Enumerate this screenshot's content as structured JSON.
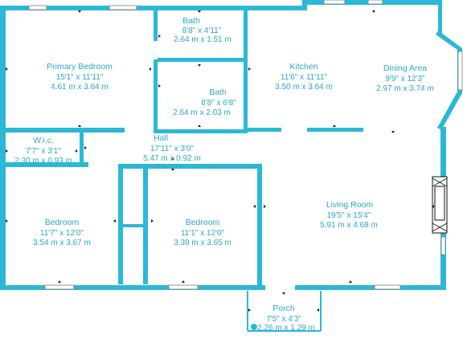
{
  "colors": {
    "wall": "#2bb8d6",
    "label": "#2aa7c6",
    "background": "#ffffff"
  },
  "rooms": {
    "bath_top": {
      "name": "Bath",
      "dim_imperial": "8'8\" x 4'11\"",
      "dim_metric": "2.64 m x 1.51 m"
    },
    "primary_bedroom": {
      "name": "Primary Bedroom",
      "dim_imperial": "15'1\" x 11'11\"",
      "dim_metric": "4.61 m x 3.64 m"
    },
    "kitchen": {
      "name": "Kitchen",
      "dim_imperial": "11'6\" x 11'11\"",
      "dim_metric": "3.50 m x 3.64 m"
    },
    "dining_area": {
      "name": "Dining Area",
      "dim_imperial": "9'9\" x 12'3\"",
      "dim_metric": "2.97 m x 3.74 m"
    },
    "bath_mid": {
      "name": "Bath",
      "dim_imperial": "8'8\" x 6'8\"",
      "dim_metric": "2.64 m x 2.03 m"
    },
    "wic": {
      "name": "W.i.c.",
      "dim_imperial": "7'7\" x 3'1\"",
      "dim_metric": "2.30 m x 0.93 m"
    },
    "hall": {
      "name": "Hall",
      "dim_imperial": "17'11\" x 3'0\"",
      "dim_metric": "5.47 m x 0.92 m"
    },
    "living_room": {
      "name": "Living Room",
      "dim_imperial": "19'5\" x 15'4\"",
      "dim_metric": "5.91 m x 4.68 m"
    },
    "bedroom_left": {
      "name": "Bedroom",
      "dim_imperial": "11'7\" x 12'0\"",
      "dim_metric": "3.54 m x 3.67 m"
    },
    "bedroom_center": {
      "name": "Bedroom",
      "dim_imperial": "11'1\" x 12'0\"",
      "dim_metric": "3.39 m x 3.65 m"
    },
    "porch": {
      "name": "Porch",
      "dim_imperial": "7'5\" x 4'3\"",
      "dim_metric": "2.26 m x 1.29 m"
    }
  }
}
